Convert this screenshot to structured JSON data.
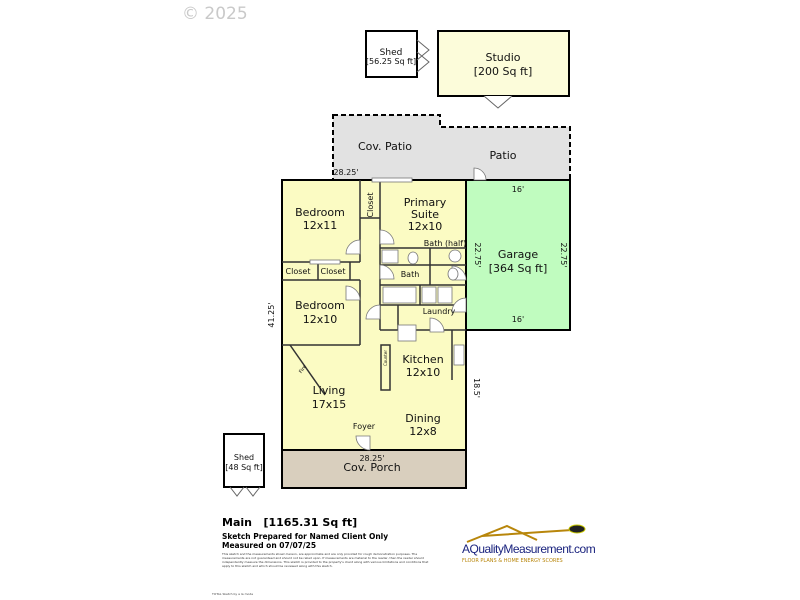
{
  "copyright": "© 2025",
  "structures": {
    "shed_top": {
      "label": "Shed",
      "area": "[56.25 Sq ft]"
    },
    "studio": {
      "label": "Studio",
      "area": "[200 Sq ft]"
    },
    "cov_patio": "Cov. Patio",
    "patio": "Patio",
    "garage": {
      "label": "Garage",
      "area": "[364 Sq ft]"
    },
    "shed_bottom": {
      "label": "Shed",
      "area": "[48 Sq ft]"
    },
    "cov_porch": "Cov. Porch"
  },
  "rooms": {
    "bedroom1": {
      "label": "Bedroom",
      "size": "12x11"
    },
    "closet_top": "Closet",
    "primary_suite": {
      "label1": "Primary",
      "label2": "Suite",
      "size": "12x10"
    },
    "bath_half": "Bath (half)",
    "bath": "Bath",
    "closet_left": "Closet",
    "closet_right": "Closet",
    "bedroom2": {
      "label": "Bedroom",
      "size": "12x10"
    },
    "laundry": "Laundry",
    "kitchen": {
      "label": "Kitchen",
      "size": "12x10"
    },
    "counter": "Counter",
    "fireplace": "Fire",
    "living": {
      "label": "Living",
      "size": "17x15"
    },
    "dining": {
      "label": "Dining",
      "size": "12x8"
    },
    "foyer": "Foyer"
  },
  "dimensions": {
    "top_width": "28.25'",
    "garage_top": "16'",
    "garage_bottom": "16'",
    "garage_left": "22.75'",
    "garage_right": "22.75'",
    "main_height": "41.25'",
    "right_lower": "18.5'",
    "bottom_width": "28.25'"
  },
  "footer": {
    "title": "Main   [1165.31 Sq ft]",
    "prepared": "Sketch Prepared for Named Client Only",
    "measured": "Measured on 07/07/25",
    "disclaimer": "This sketch and the measurements shown hereon, are approximate and are only provided for rough demonstration purposes. The measurements are not guaranteed and should not be relied upon. If measurements are material to the reader, then the reader should independently measure the dimensions. This sketch is provided to the property's client along with various limitations and conditions that apply to this sketch and which should be reviewed along with this sketch.",
    "total_note": "TOTAL Sketch by a la mode"
  },
  "logo": {
    "name": "AQualityMeasurement.com",
    "tagline": "FLOOR PLANS & HOME ENERGY SCORES"
  },
  "colors": {
    "interior": "#fbfbc3",
    "garage": "#c0fcbf",
    "patio": "#e2e2e2",
    "porch": "#d9cfbe",
    "studio": "#fcfcda"
  }
}
